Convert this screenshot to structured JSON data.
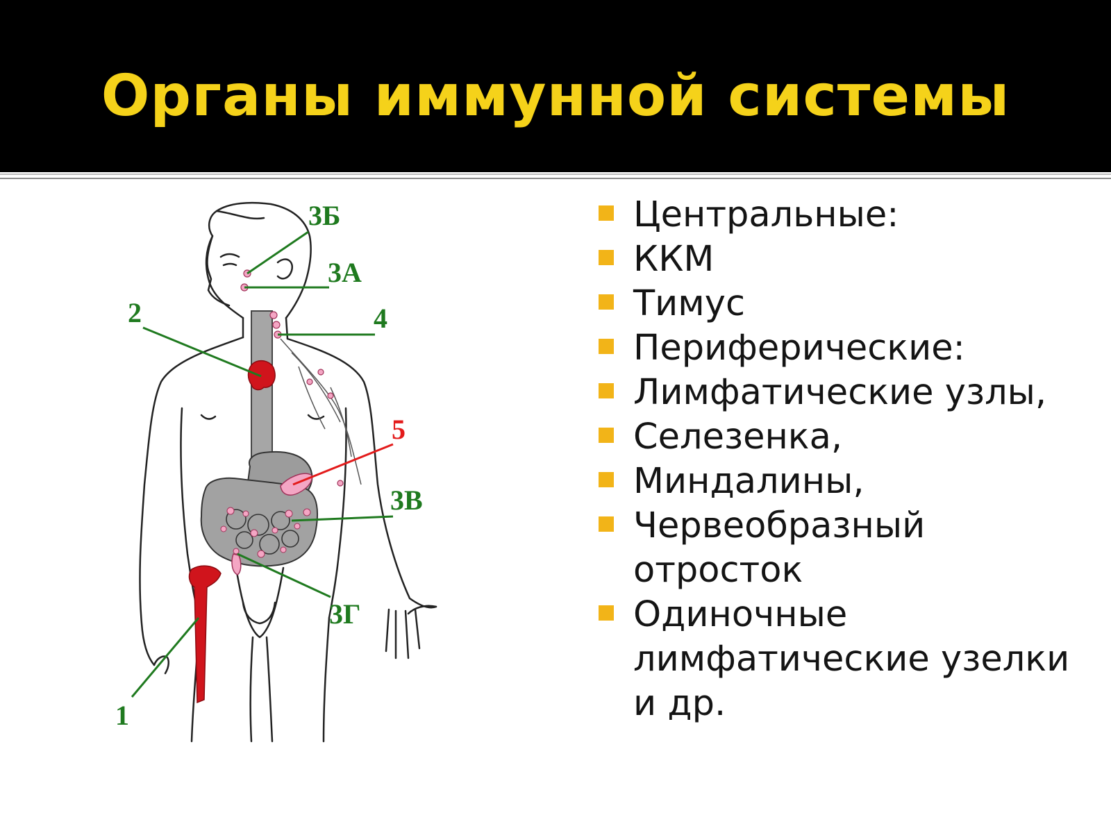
{
  "title": "Органы иммунной системы",
  "colors": {
    "title_bg": "#000000",
    "title_text": "#f5d21a",
    "bullet_marker": "#f2b418",
    "label_green": "#1f7a1f",
    "label_red": "#e31b1b",
    "organ_red": "#d0141c",
    "organ_pink": "#f4a6c4",
    "gut_gray": "#9c9c9c"
  },
  "diagram": {
    "labels": {
      "l3b": "3Б",
      "l3a": "3А",
      "l2": "2",
      "l4": "4",
      "l5": "5",
      "l3v": "3В",
      "l3g": "3Г",
      "l1": "1"
    }
  },
  "bullets": [
    {
      "text": "Центральные:"
    },
    {
      "text": "ККМ"
    },
    {
      "text": "Тимус"
    },
    {
      "text": "Периферические:"
    },
    {
      "text": "Лимфатические узлы,"
    },
    {
      "text": "Селезенка,"
    },
    {
      "text": "Миндалины,"
    },
    {
      "text": "Червеобразный отросток"
    },
    {
      "text": "Одиночные лимфатические узелки и др."
    }
  ]
}
